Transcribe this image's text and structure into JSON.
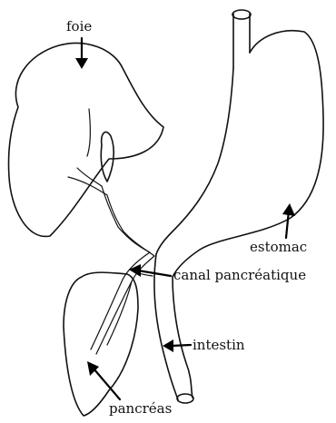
{
  "labels": {
    "liver": "foie",
    "stomach": "estomac",
    "pancreatic_duct": "canal pancréatique",
    "intestine": "intestin",
    "pancreas": "pancréas"
  }
}
